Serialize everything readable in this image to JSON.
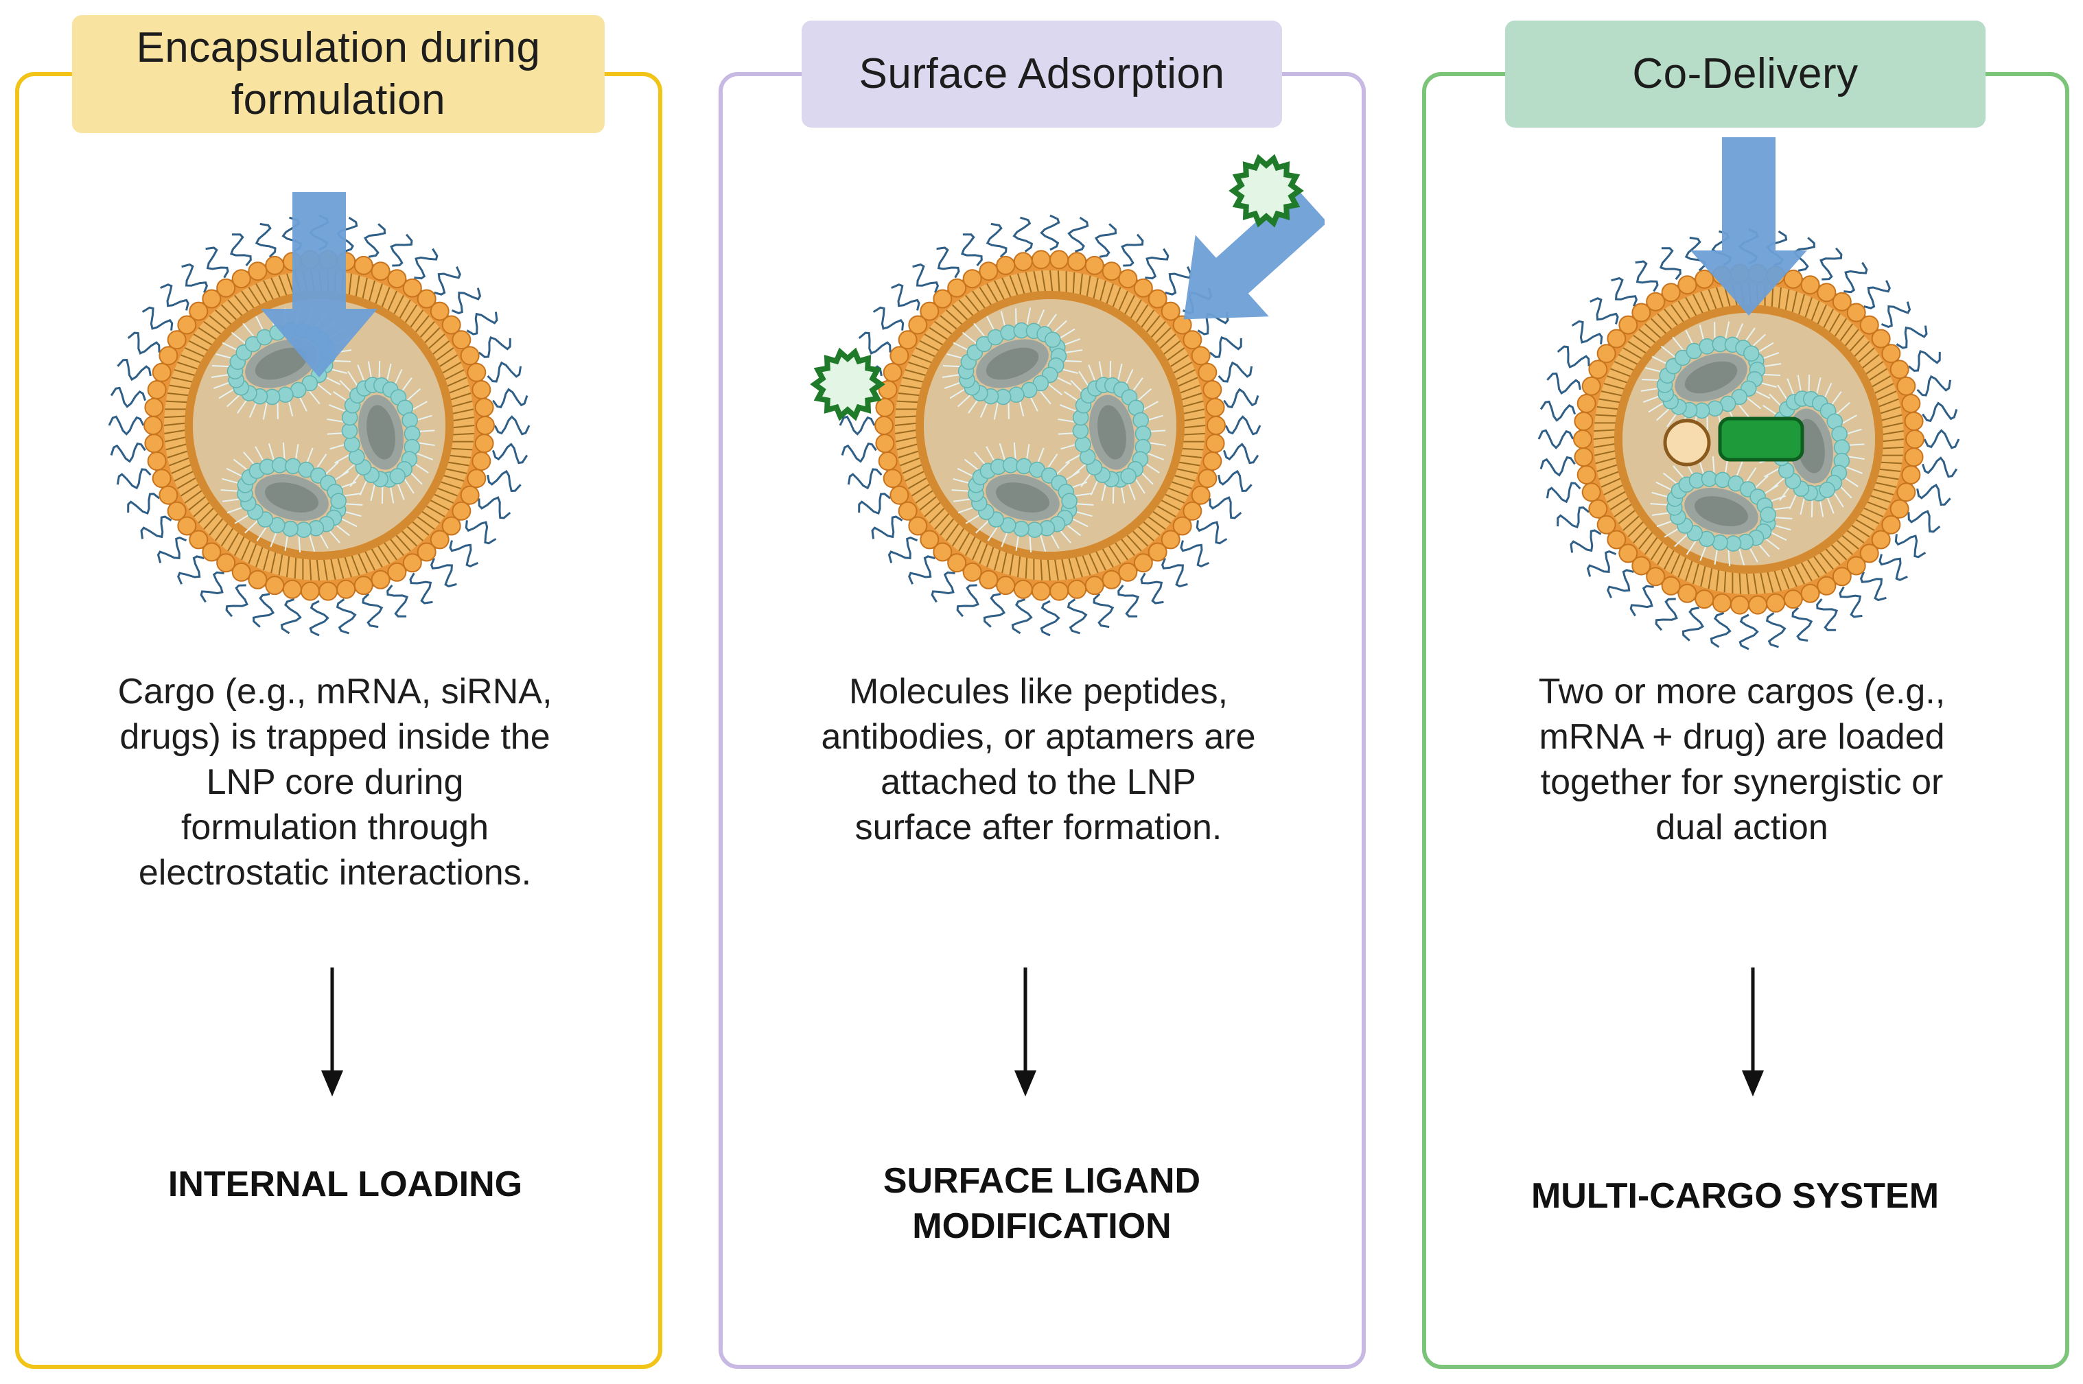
{
  "colors": {
    "panel1_border": "#f2c418",
    "panel1_title_bg": "#f9e3a0",
    "panel2_border": "#c7b9e3",
    "panel2_title_bg": "#dcd8f0",
    "panel3_border": "#7cc47a",
    "panel3_title_bg": "#b7dcc7",
    "arrow_blue": "#6d9fd6",
    "lipid_orange": "#e8953a",
    "core_tan": "#dcc39a",
    "mrna_teal": "#8fd3d1",
    "ligand_green": "#1f7a2a",
    "drug_green": "#1e9a3a",
    "cargo_peach": "#f6dcae"
  },
  "panels": [
    {
      "title": "Encapsulation during\nformulation",
      "description": "Cargo (e.g., mRNA, siRNA,\ndrugs) is trapped inside the\nLNP core during\nformulation through\nelectrostatic interactions.",
      "result": "INTERNAL LOADING",
      "icon": "lipid-nanoparticle-icon"
    },
    {
      "title": "Surface Adsorption",
      "description": "Molecules like peptides,\nantibodies, or aptamers are\nattached to the LNP\nsurface after formation.",
      "result": "SURFACE LIGAND\nMODIFICATION",
      "icon": "lipid-nanoparticle-icon"
    },
    {
      "title": "Co-Delivery",
      "description": "Two or more cargos (e.g.,\nmRNA + drug) are loaded\ntogether for synergistic or\ndual action",
      "result": "MULTI-CARGO SYSTEM",
      "icon": "lipid-nanoparticle-icon"
    }
  ]
}
